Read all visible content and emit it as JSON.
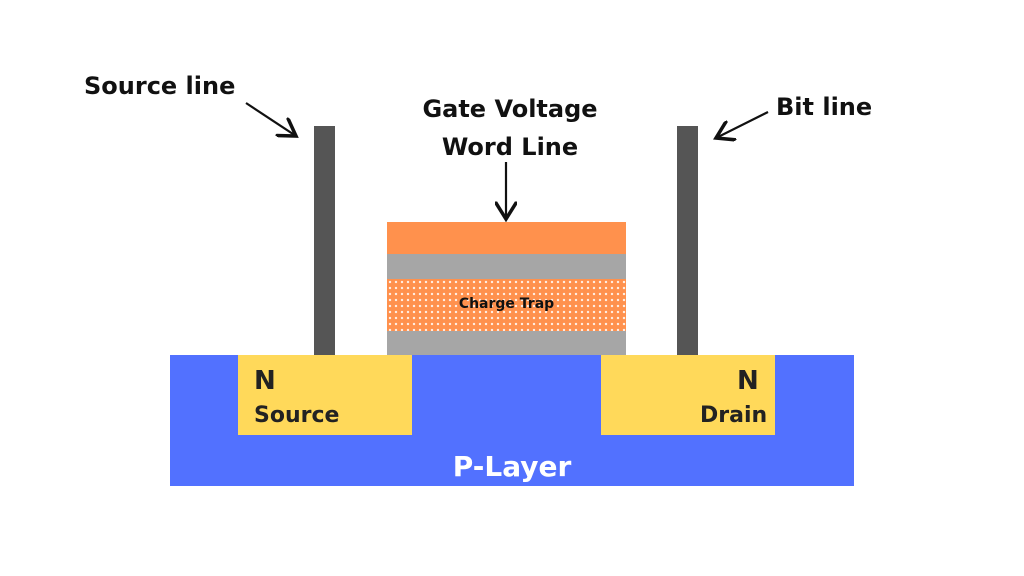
{
  "labels": {
    "source_line": "Source line",
    "gate_voltage": "Gate Voltage",
    "word_line": "Word Line",
    "bit_line": "Bit line",
    "charge_trap": "Charge Trap",
    "source_type": "N",
    "source": "Source",
    "drain_type": "N",
    "drain": "Drain",
    "substrate": "P-Layer"
  },
  "colors": {
    "substrate": "#5271ff",
    "n_well": "#ffd95a",
    "gate": "#ff914d",
    "oxide": "#a6a6a6",
    "metal_line": "#555555"
  }
}
